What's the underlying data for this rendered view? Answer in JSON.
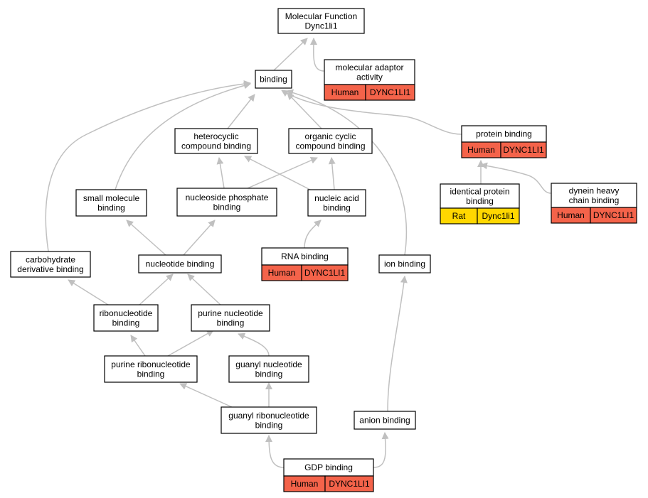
{
  "colors": {
    "edge": "#c0c0c0",
    "human": "#f4634a",
    "rat": "#ffd700",
    "node_fill": "#ffffff",
    "node_stroke": "#000000"
  },
  "nodes": [
    {
      "id": "mf",
      "lines": [
        "Molecular Function",
        "Dync1li1"
      ]
    },
    {
      "id": "binding",
      "lines": [
        "binding"
      ]
    },
    {
      "id": "mol_adaptor",
      "lines": [
        "molecular adaptor",
        "activity"
      ],
      "annotation": {
        "species": "Human",
        "gene": "DYNC1LI1"
      }
    },
    {
      "id": "heterocyclic",
      "lines": [
        "heterocyclic",
        "compound binding"
      ]
    },
    {
      "id": "organic_cyclic",
      "lines": [
        "organic cyclic",
        "compound binding"
      ]
    },
    {
      "id": "protein_binding",
      "lines": [
        "protein binding"
      ],
      "annotation": {
        "species": "Human",
        "gene": "DYNC1LI1"
      }
    },
    {
      "id": "small_molecule",
      "lines": [
        "small molecule",
        "binding"
      ]
    },
    {
      "id": "nucleoside_phosphate",
      "lines": [
        "nucleoside phosphate",
        "binding"
      ]
    },
    {
      "id": "nucleic_acid",
      "lines": [
        "nucleic acid",
        "binding"
      ]
    },
    {
      "id": "identical_protein",
      "lines": [
        "identical protein",
        "binding"
      ],
      "annotation": {
        "species": "Rat",
        "gene": "Dync1li1"
      }
    },
    {
      "id": "dynein_heavy",
      "lines": [
        "dynein heavy",
        "chain binding"
      ],
      "annotation": {
        "species": "Human",
        "gene": "DYNC1LI1"
      }
    },
    {
      "id": "carbohydrate",
      "lines": [
        "carbohydrate",
        "derivative binding"
      ]
    },
    {
      "id": "nucleotide",
      "lines": [
        "nucleotide binding"
      ]
    },
    {
      "id": "rna",
      "lines": [
        "RNA binding"
      ],
      "annotation": {
        "species": "Human",
        "gene": "DYNC1LI1"
      }
    },
    {
      "id": "ion",
      "lines": [
        "ion binding"
      ]
    },
    {
      "id": "ribonucleotide",
      "lines": [
        "ribonucleotide",
        "binding"
      ]
    },
    {
      "id": "purine_nucleotide",
      "lines": [
        "purine nucleotide",
        "binding"
      ]
    },
    {
      "id": "purine_ribonucleotide",
      "lines": [
        "purine ribonucleotide",
        "binding"
      ]
    },
    {
      "id": "guanyl_nucleotide",
      "lines": [
        "guanyl nucleotide",
        "binding"
      ]
    },
    {
      "id": "guanyl_ribonucleotide",
      "lines": [
        "guanyl ribonucleotide",
        "binding"
      ]
    },
    {
      "id": "anion",
      "lines": [
        "anion binding"
      ]
    },
    {
      "id": "gdp",
      "lines": [
        "GDP binding"
      ],
      "annotation": {
        "species": "Human",
        "gene": "DYNC1LI1"
      }
    }
  ],
  "edges": [
    [
      "binding",
      "mf"
    ],
    [
      "mol_adaptor",
      "mf"
    ],
    [
      "heterocyclic",
      "binding"
    ],
    [
      "organic_cyclic",
      "binding"
    ],
    [
      "protein_binding",
      "binding"
    ],
    [
      "small_molecule",
      "binding"
    ],
    [
      "carbohydrate",
      "binding"
    ],
    [
      "ion",
      "binding"
    ],
    [
      "nucleoside_phosphate",
      "heterocyclic"
    ],
    [
      "nucleoside_phosphate",
      "organic_cyclic"
    ],
    [
      "nucleic_acid",
      "heterocyclic"
    ],
    [
      "nucleic_acid",
      "organic_cyclic"
    ],
    [
      "identical_protein",
      "protein_binding"
    ],
    [
      "dynein_heavy",
      "protein_binding"
    ],
    [
      "nucleotide",
      "small_molecule"
    ],
    [
      "nucleotide",
      "nucleoside_phosphate"
    ],
    [
      "rna",
      "nucleic_acid"
    ],
    [
      "ribonucleotide",
      "carbohydrate"
    ],
    [
      "ribonucleotide",
      "nucleotide"
    ],
    [
      "purine_nucleotide",
      "nucleotide"
    ],
    [
      "purine_ribonucleotide",
      "ribonucleotide"
    ],
    [
      "purine_ribonucleotide",
      "purine_nucleotide"
    ],
    [
      "guanyl_nucleotide",
      "purine_nucleotide"
    ],
    [
      "guanyl_ribonucleotide",
      "purine_ribonucleotide"
    ],
    [
      "guanyl_ribonucleotide",
      "guanyl_nucleotide"
    ],
    [
      "gdp",
      "guanyl_ribonucleotide"
    ],
    [
      "gdp",
      "anion"
    ],
    [
      "anion",
      "ion"
    ]
  ]
}
